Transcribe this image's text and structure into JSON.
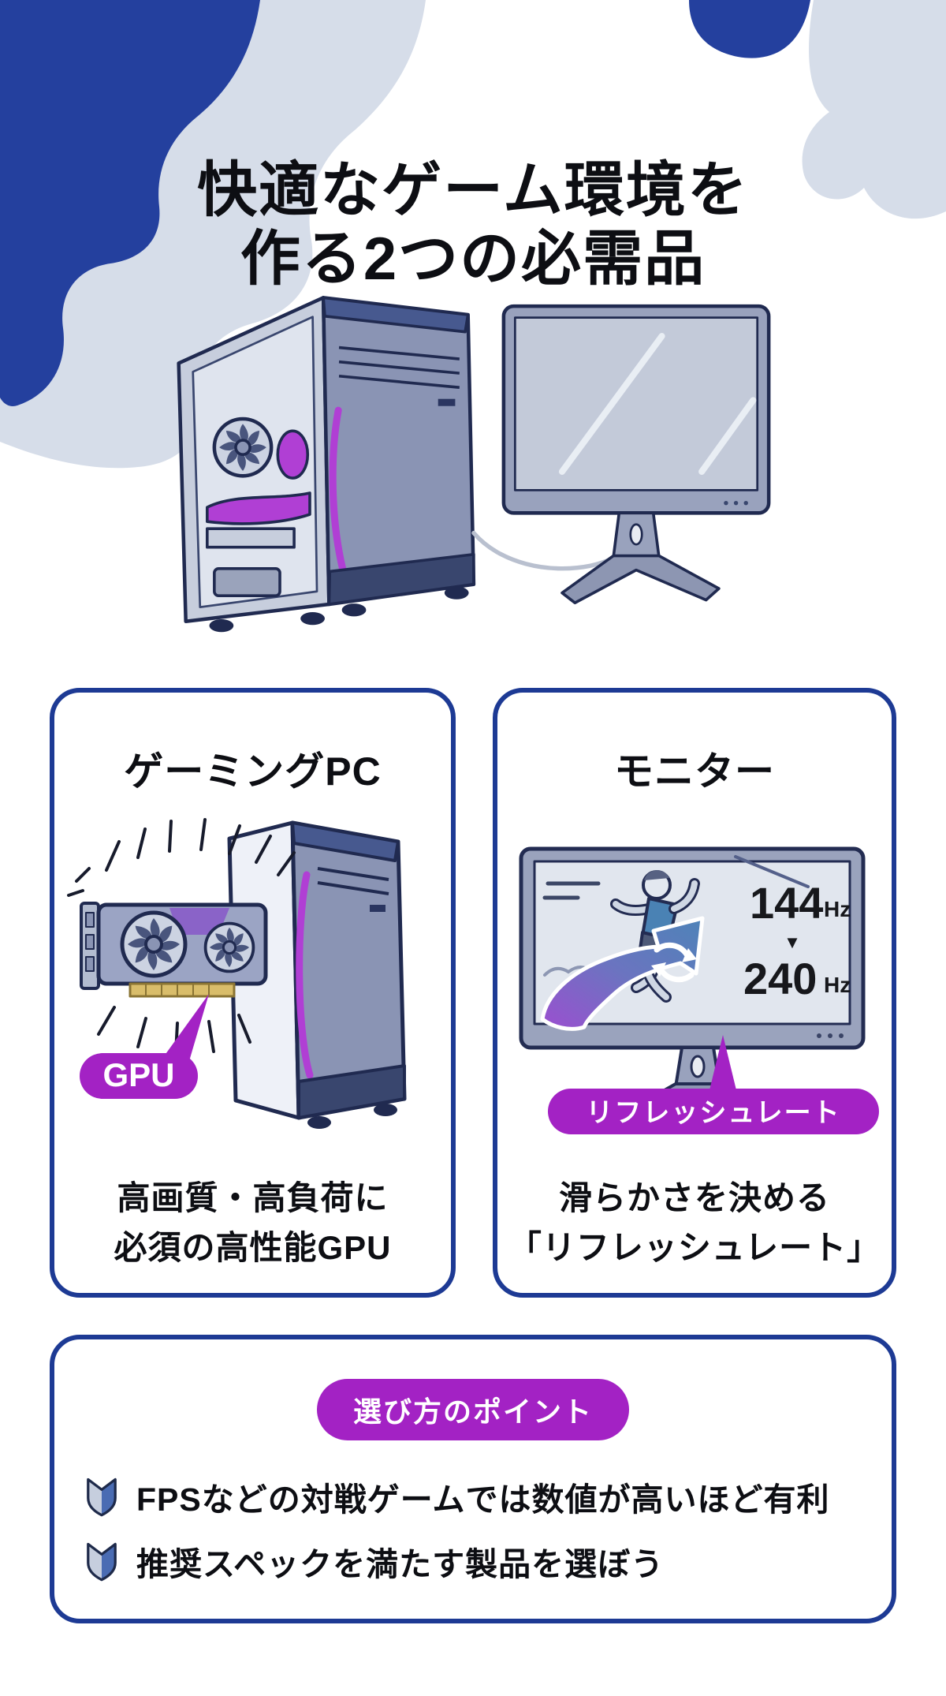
{
  "title": {
    "line1": "快適なゲーム環境を",
    "line2": "作る2つの必需品"
  },
  "cards": {
    "gaming_pc": {
      "title": "ゲーミングPC",
      "badge": "GPU",
      "caption_line1": "高画質・高負荷に",
      "caption_line2": "必須の高性能GPU"
    },
    "monitor": {
      "title": "モニター",
      "refresh_from": "144",
      "refresh_to": "240",
      "hz_unit": "Hz",
      "arrow_down": "▼",
      "badge": "リフレッシュレート",
      "caption_line1": "滑らかさを決める",
      "caption_line2": "「リフレッシュレート」"
    }
  },
  "points": {
    "badge": "選び方のポイント",
    "items": [
      {
        "text": "FPSなどの対戦ゲームでは数値が高いほど有利"
      },
      {
        "text": "推奨スペックを満たす製品を選ぼう"
      }
    ]
  },
  "colors": {
    "navy": "#1d3a94",
    "blob_navy": "#24409e",
    "blob_light": "#d6dde9",
    "magenta": "#a322c4",
    "led_purple": "#b03fd4",
    "beginner_mark_blue": "#4a6cb3"
  }
}
